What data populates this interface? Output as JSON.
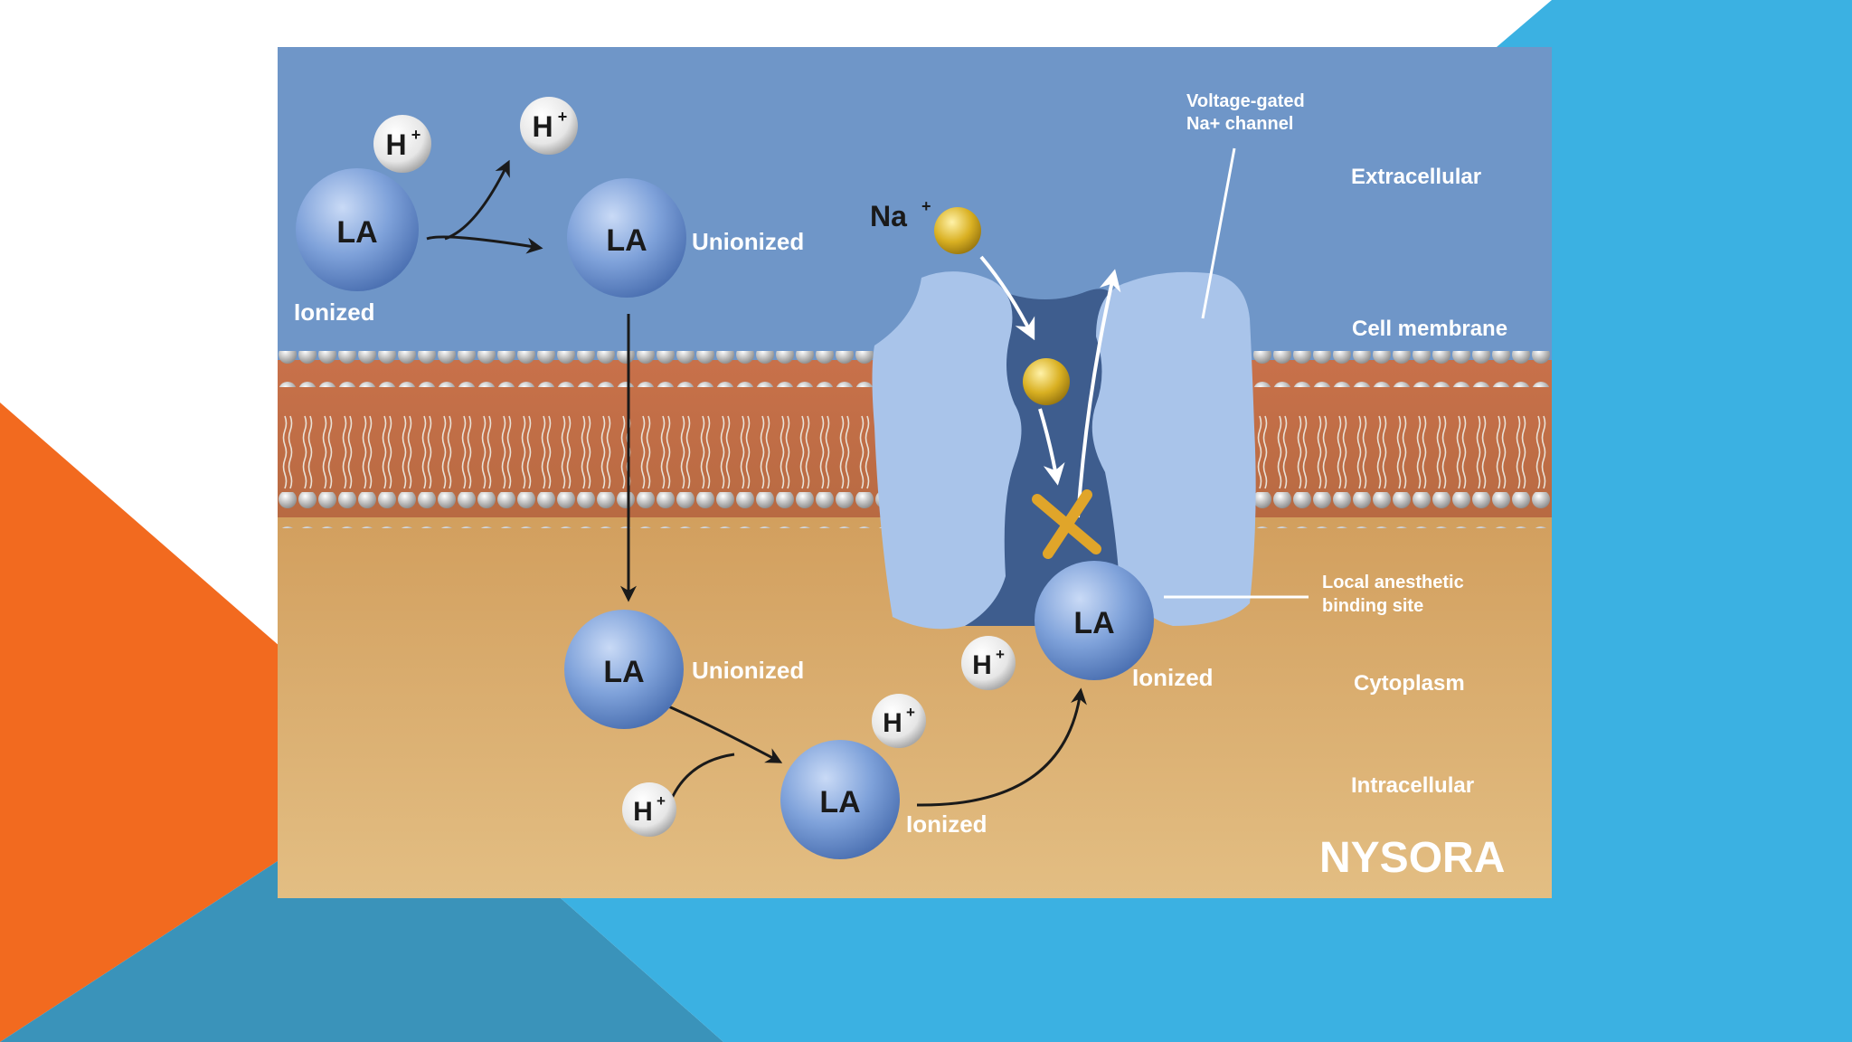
{
  "diagram": {
    "molecule_label": "LA",
    "proton_label": "H",
    "proton_charge": "+",
    "sodium_label": "Na",
    "sodium_charge": "+",
    "state_ionized": "Ionized",
    "state_unionized": "Unionized",
    "channel_label_line1": "Voltage-gated",
    "channel_label_line2": "Na+ channel",
    "binding_label_line1": "Local anesthetic",
    "binding_label_line2": "binding site",
    "regions": {
      "extracellular": "Extracellular",
      "cell_membrane": "Cell membrane",
      "cytoplasm": "Cytoplasm",
      "intracellular": "Intracellular"
    },
    "logo": "NYSORA"
  },
  "colors": {
    "slide_orange": "#F26A1F",
    "slide_blue": "#3BB1E2",
    "slide_blue_dark": "#3A93BA",
    "extracellular_bg": "#6F96C8",
    "intracellular_bg": "#D9AE6E",
    "channel_blue": "#A9C4EA",
    "sodium_gold": "#D9B022",
    "block_x": "#E0A52A"
  }
}
